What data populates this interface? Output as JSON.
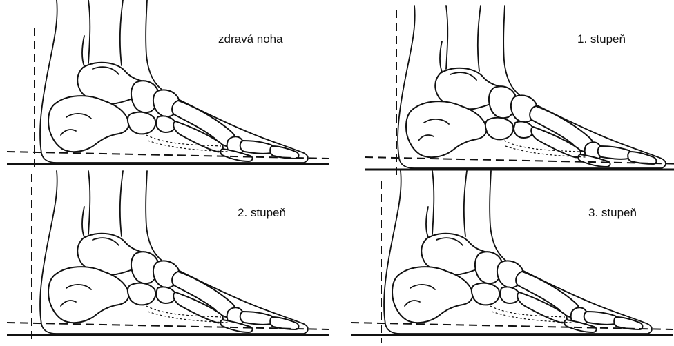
{
  "panels": [
    {
      "label": "zdravá noha",
      "arch": "normal"
    },
    {
      "label": "1. stupeň",
      "arch": "grade-1"
    },
    {
      "label": "2. stupeň",
      "arch": "grade-2"
    },
    {
      "label": "3. stupeň",
      "arch": "grade-3"
    }
  ]
}
